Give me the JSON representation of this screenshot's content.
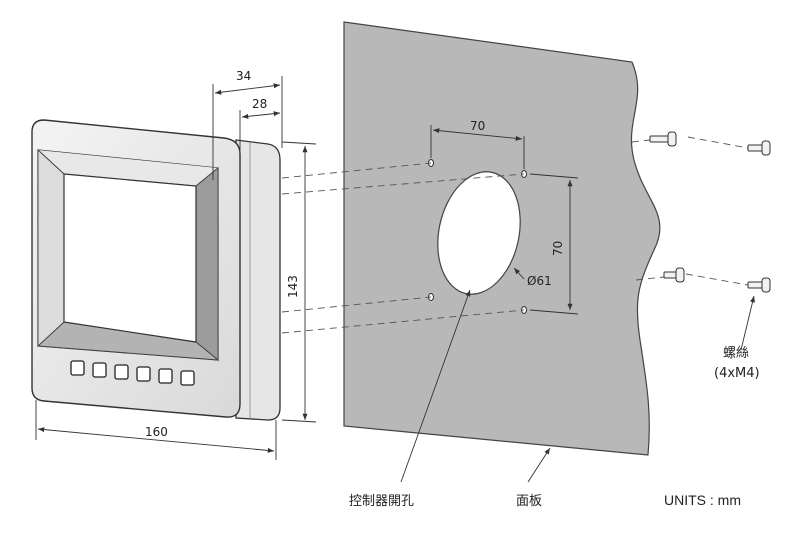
{
  "dimensions": {
    "depth_total": "34",
    "depth_rear": "28",
    "front_height": "143",
    "front_width": "160",
    "hole_spacing_h": "70",
    "hole_spacing_v": "70",
    "cutout_diameter": "Ø61"
  },
  "labels": {
    "cutout": "控制器開孔",
    "panel": "面板",
    "screws": "螺絲",
    "screws_spec": "(4xM4)",
    "units": "UNITS : mm"
  },
  "device": {
    "button_count": 6
  }
}
